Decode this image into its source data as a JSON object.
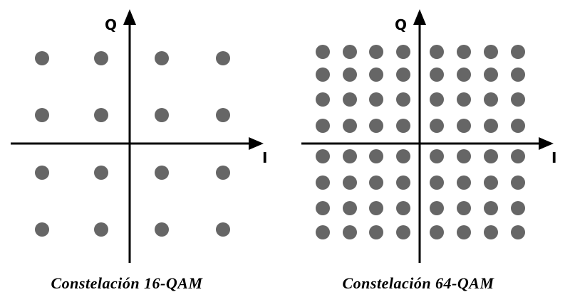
{
  "colors": {
    "point": "#666666",
    "axis": "#000000",
    "background": "#ffffff"
  },
  "diagrams": [
    {
      "id": "qam16",
      "order": 4,
      "axis_labels": {
        "horizontal": "I",
        "vertical": "Q"
      },
      "caption": "Constelación 16-QAM"
    },
    {
      "id": "qam64",
      "order": 8,
      "axis_labels": {
        "horizontal": "I",
        "vertical": "Q"
      },
      "caption": "Constelación 64-QAM"
    }
  ]
}
